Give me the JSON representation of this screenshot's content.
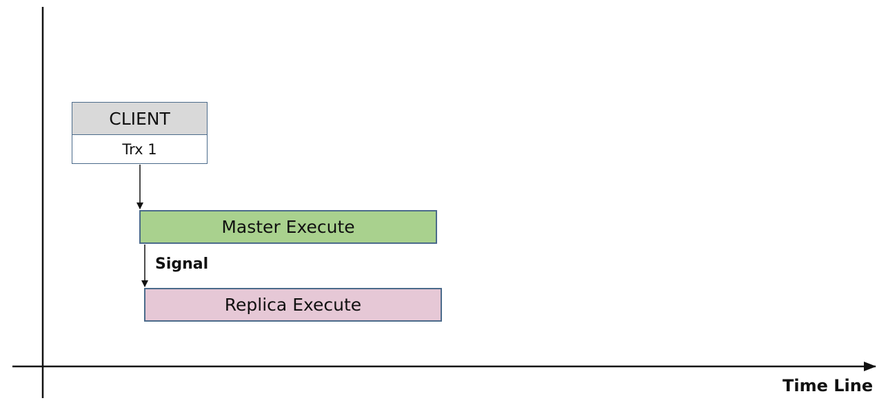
{
  "client": {
    "header": "CLIENT",
    "body": "Trx 1"
  },
  "steps": {
    "master": "Master Execute",
    "replica": "Replica Execute"
  },
  "signal_label": "Signal",
  "axis_label": "Time Line"
}
